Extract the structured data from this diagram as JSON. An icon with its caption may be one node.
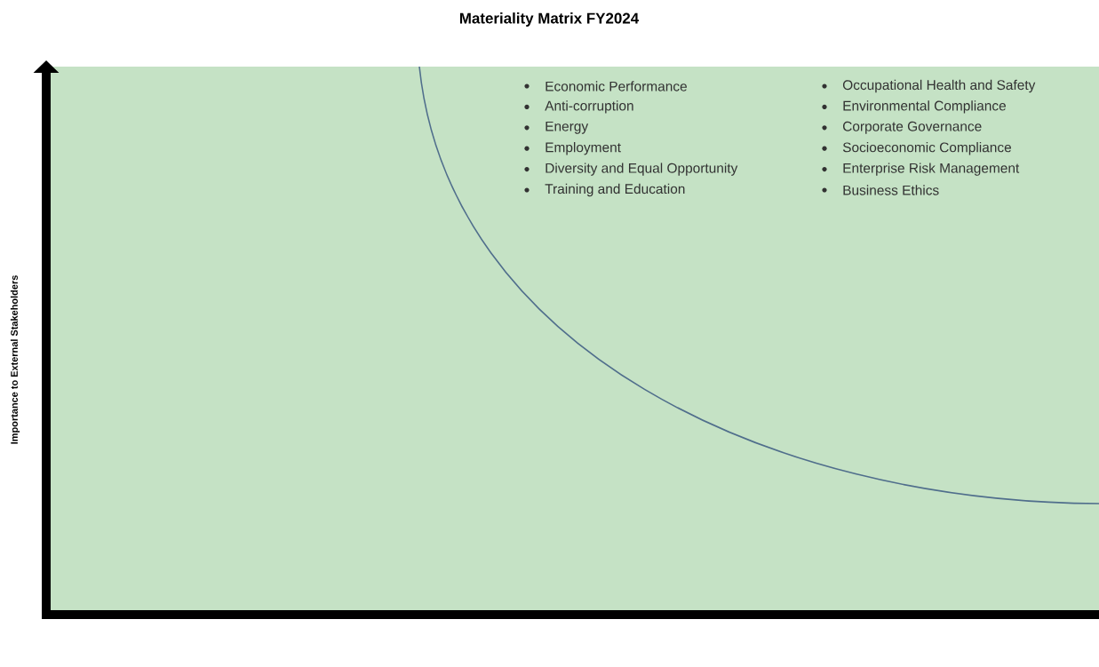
{
  "diagram": {
    "title": "Materiality Matrix FY2024",
    "labels": [
      "Economic Performance",
      "Anti-corruption",
      "Energy",
      "Employment",
      "Diversity and Equal Opportunity",
      "Training and Education",
      "Occupational Health and Safety",
      "Environmental Compliance",
      "Corporate Governance",
      "Socioeconomic Compliance",
      "Enterprise Risk Management",
      "Business Ethics",
      "Importance to External Stakeholders"
    ]
  }
}
